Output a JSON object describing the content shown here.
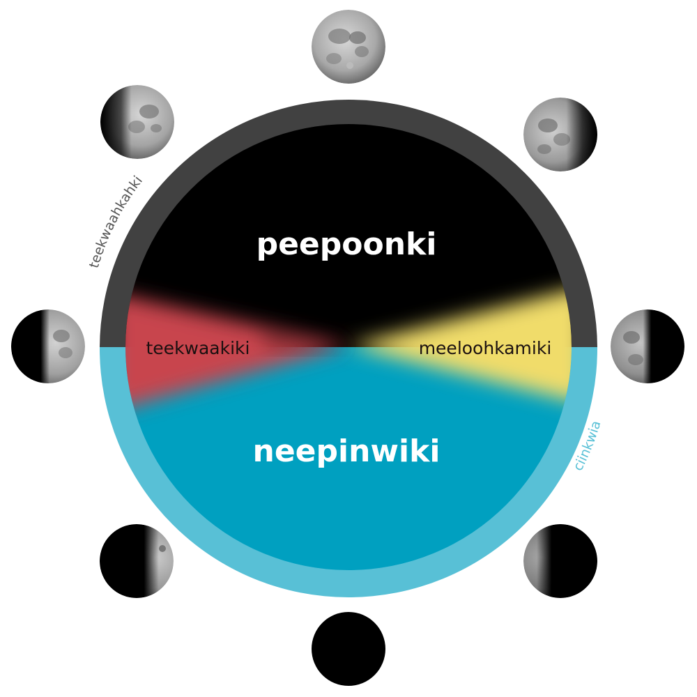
{
  "diagram": {
    "regions": {
      "top": {
        "label": "peepoonki",
        "color": "#000000"
      },
      "bottom": {
        "label": "neepinwiki",
        "color": "#00a0c0"
      },
      "left": {
        "label": "teekwaakiki",
        "color": "#c8454e"
      },
      "right": {
        "label": "meeloohkamiki",
        "color": "#f0dc6a"
      }
    },
    "ring": {
      "top": {
        "label": "teekwaahkahki",
        "color": "#414141",
        "label_color": "#555555"
      },
      "bottom": {
        "label": "ciinkwia",
        "color": "#58c0d6",
        "label_color": "#58c0d6"
      }
    },
    "moon_phases": [
      {
        "position": "top",
        "phase": "full-moon-icon"
      },
      {
        "position": "top-right",
        "phase": "waning-gibbous-moon-icon"
      },
      {
        "position": "right",
        "phase": "last-quarter-moon-icon"
      },
      {
        "position": "bottom-right",
        "phase": "waning-crescent-moon-icon"
      },
      {
        "position": "bottom",
        "phase": "new-moon-icon"
      },
      {
        "position": "bottom-left",
        "phase": "waxing-crescent-moon-icon"
      },
      {
        "position": "left",
        "phase": "first-quarter-moon-icon"
      },
      {
        "position": "top-left",
        "phase": "waxing-gibbous-moon-icon"
      }
    ]
  }
}
